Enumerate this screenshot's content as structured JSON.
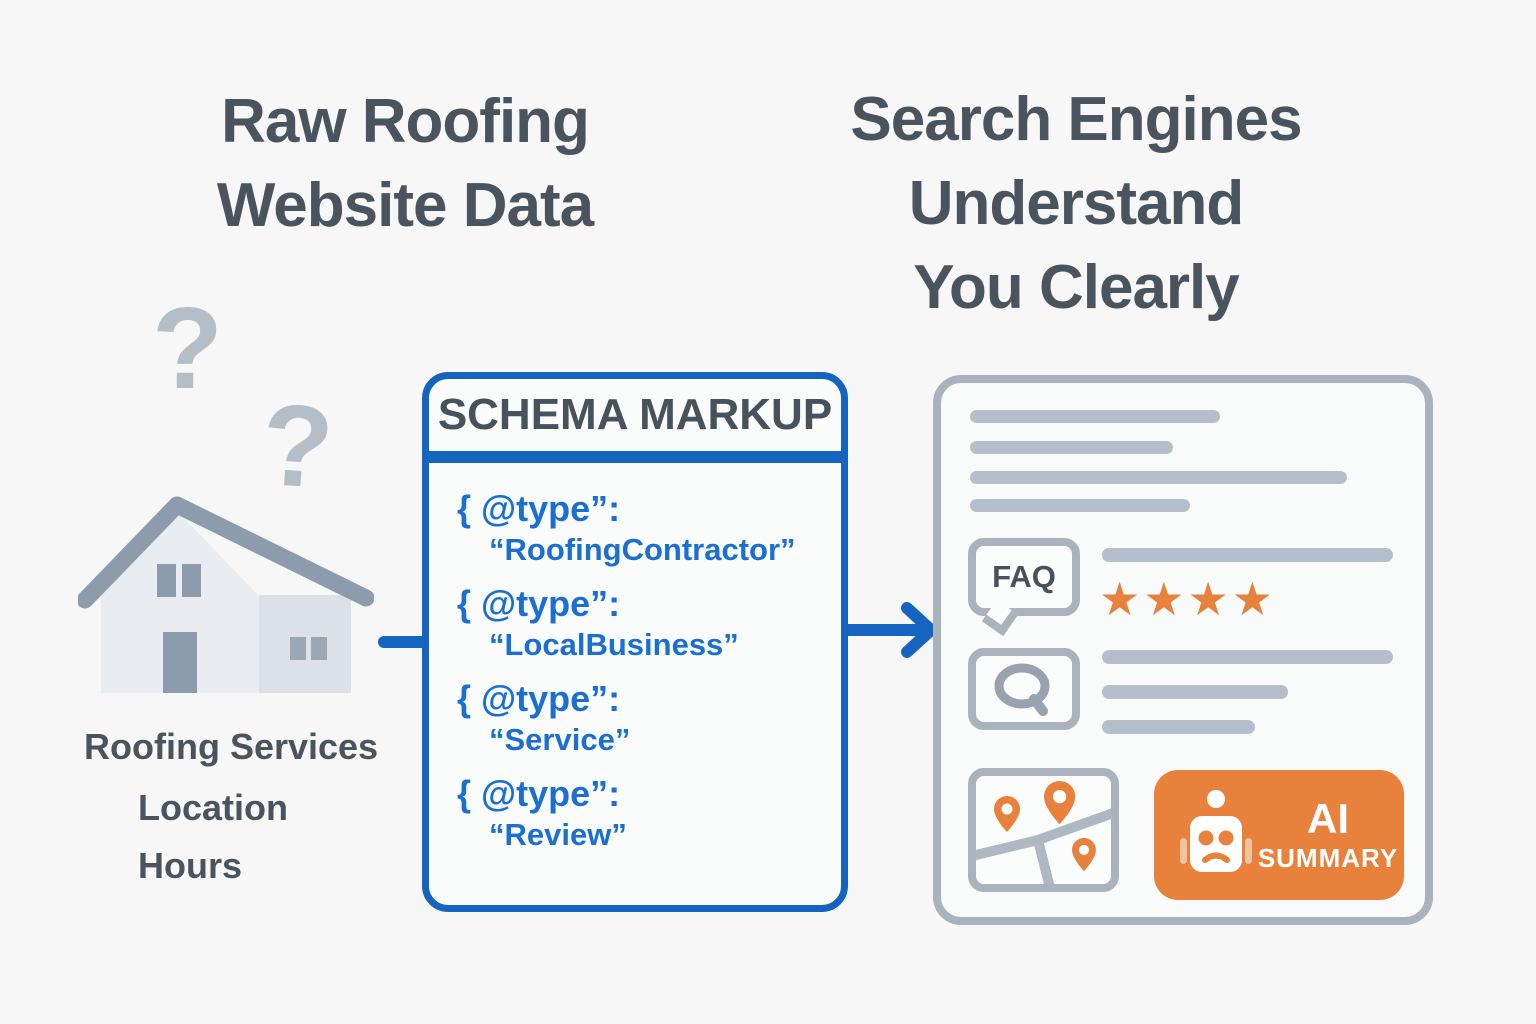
{
  "palette": {
    "background": "#f6f7f6",
    "heading_text": "#4a545e",
    "schema_blue": "#1565c0",
    "code_blue": "#1a6fd0",
    "muted_gray": "#b4bec9",
    "roof_gray": "#8d9cac",
    "wall_light": "#e9ecf0",
    "wall_shade": "#dce1e7",
    "panel_border": "#a9b2bd",
    "skeleton_gray": "#b5bfcc",
    "accent_orange": "#e8813c"
  },
  "left_section": {
    "title_line1": "Raw Roofing",
    "title_line2": "Website Data",
    "question_marks": [
      "?",
      "?"
    ],
    "labels": [
      "Roofing Services",
      "Location",
      "Hours"
    ]
  },
  "schema_box": {
    "header": "SCHEMA MARKUP",
    "entries": [
      {
        "key": "{ @type”:",
        "value": "“RoofingContractor”"
      },
      {
        "key": "{ @type”:",
        "value": "“LocalBusiness”"
      },
      {
        "key": "{ @type”:",
        "value": "“Service”"
      },
      {
        "key": "{ @type”:",
        "value": "“Review”"
      }
    ]
  },
  "right_section": {
    "title_line1": "Search Engines",
    "title_line2": "Understand",
    "title_line3": "You Clearly",
    "faq_label": "FAQ",
    "star_glyph": "★",
    "star_count": 4,
    "ai_badge": {
      "line1": "AI",
      "line2": "SUMMARY"
    }
  }
}
